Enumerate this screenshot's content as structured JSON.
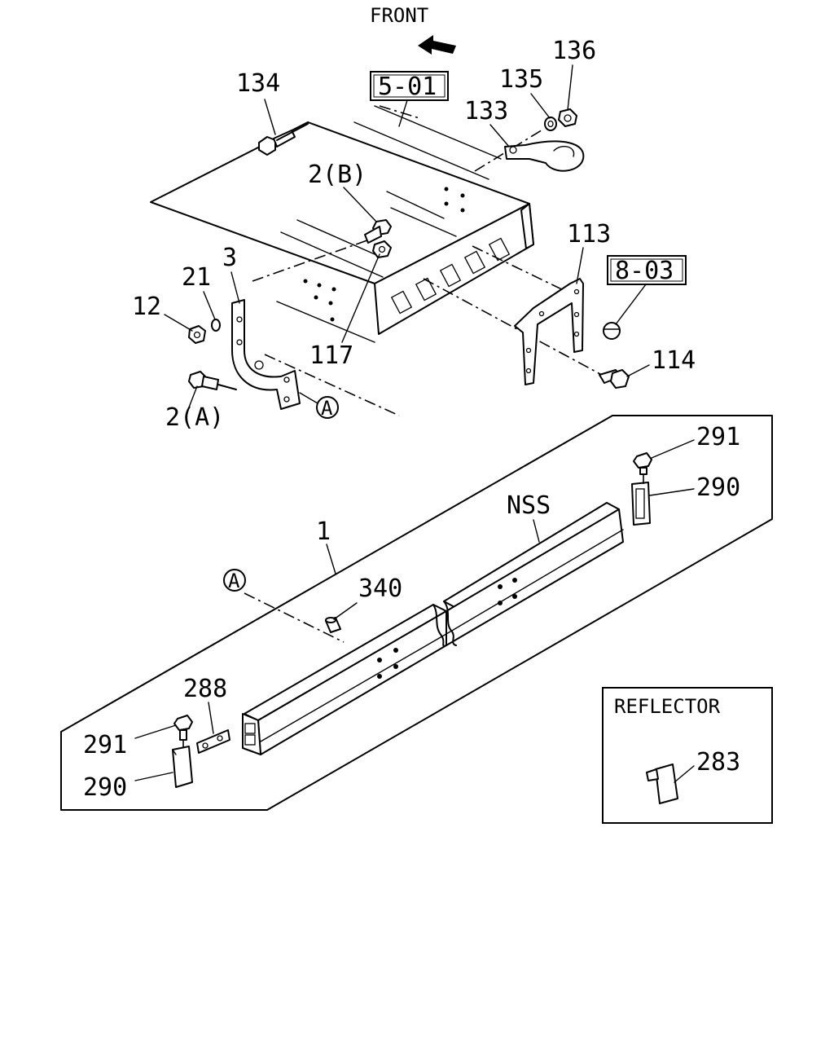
{
  "front": "FRONT",
  "refs": {
    "ref_5_01": "5-01",
    "ref_8_03": "8-03"
  },
  "callouts": {
    "c134": "134",
    "c136": "136",
    "c135": "135",
    "c133": "133",
    "c2b": "2(B)",
    "c3": "3",
    "c21": "21",
    "c12": "12",
    "c117": "117",
    "c2a": "2(A)",
    "c113": "113",
    "c114": "114",
    "c291_top": "291",
    "c290_top": "290",
    "cNSS": "NSS",
    "c1": "1",
    "c340": "340",
    "c288": "288",
    "c291_bot": "291",
    "c290_bot": "290",
    "c283": "283"
  },
  "circle_a": "A",
  "reflector": {
    "title": "REFLECTOR"
  }
}
